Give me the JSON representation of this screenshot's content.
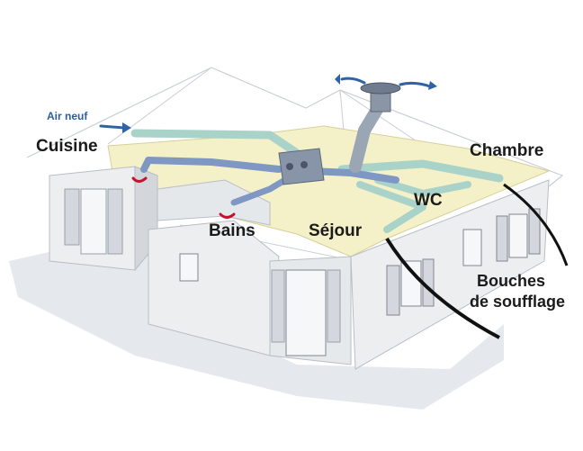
{
  "diagram": {
    "labels": {
      "air_neuf": "Air neuf",
      "cuisine": "Cuisine",
      "chambre": "Chambre",
      "bains": "Bains",
      "sejour": "Séjour",
      "wc": "WC",
      "bouches_line1": "Bouches",
      "bouches_line2": "de soufflage"
    },
    "colors": {
      "walls": "#eceef0",
      "wall_shadow": "#d3d7dc",
      "attic_floor": "#f4f0c8",
      "duct_supply": "#a9d3c9",
      "duct_trunk": "#7f98c3",
      "duct_metal": "#9aa6b4",
      "airflow_arrow": "#2f63a8",
      "outlet_red": "#c8102e",
      "ground_shadow": "#dfe4ea"
    }
  }
}
